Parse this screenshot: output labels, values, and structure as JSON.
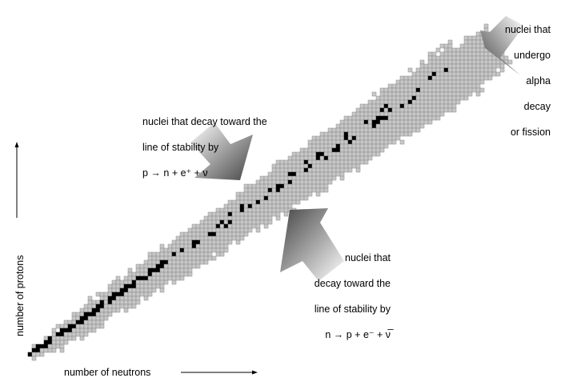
{
  "axes": {
    "x_label": "number of neutrons",
    "y_label": "number of protons"
  },
  "annotations": {
    "beta_plus": {
      "line1": "nuclei that decay toward the",
      "line2": "line of stability by",
      "line3": "p → n + e⁺ + ν"
    },
    "beta_minus": {
      "line1": "nuclei that",
      "line2": "decay toward the",
      "line3": "line of stability by",
      "line4": "n → p + e⁻ + ν̅"
    },
    "alpha": {
      "line1": "nuclei that",
      "line2": "undergo",
      "line3": "alpha",
      "line4": "decay",
      "line5": "or fission"
    }
  },
  "colors": {
    "unstable": "#c8c8c8",
    "stable": "#000000",
    "grid": "#8a8a8a"
  }
}
